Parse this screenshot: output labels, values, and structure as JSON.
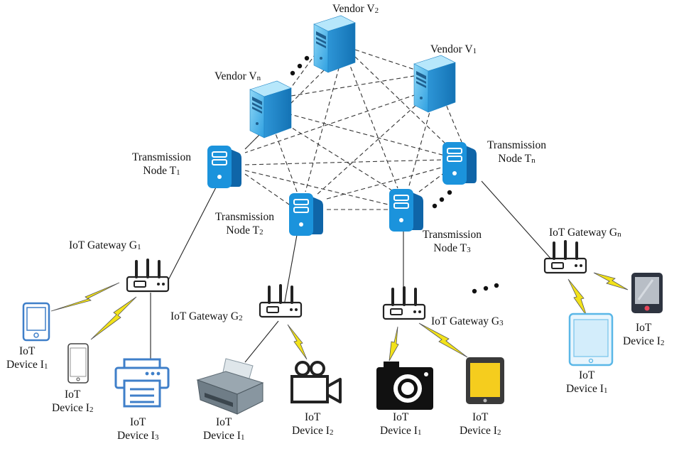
{
  "vendors": [
    {
      "id": "v2",
      "label": "Vendor V",
      "sub": "2"
    },
    {
      "id": "v1",
      "label": "Vendor V",
      "sub": "1"
    },
    {
      "id": "vn",
      "label": "Vendor V",
      "sub": "n"
    }
  ],
  "transmission_nodes": [
    {
      "id": "t1",
      "line1": "Transmission",
      "line2": "Node T",
      "sub": "1"
    },
    {
      "id": "t2",
      "line1": "Transmission",
      "line2": "Node T",
      "sub": "2"
    },
    {
      "id": "t3",
      "line1": "Transmission",
      "line2": "Node T",
      "sub": "3"
    },
    {
      "id": "tn",
      "line1": "Transmission",
      "line2": "Node T",
      "sub": "n"
    }
  ],
  "gateways": [
    {
      "id": "g1",
      "label": "IoT Gateway G",
      "sub": "1"
    },
    {
      "id": "g2",
      "label": "IoT Gateway G",
      "sub": "2"
    },
    {
      "id": "g3",
      "label": "IoT Gateway G",
      "sub": "3"
    },
    {
      "id": "gn",
      "label": "IoT Gateway G",
      "sub": "n"
    }
  ],
  "devices": [
    {
      "id": "g1-i1",
      "line1": "IoT",
      "line2": "Device I",
      "sub": "1",
      "icon": "tablet-icon"
    },
    {
      "id": "g1-i2",
      "line1": "IoT",
      "line2": "Device I",
      "sub": "2",
      "icon": "smartphone-icon"
    },
    {
      "id": "g1-i3",
      "line1": "IoT",
      "line2": "Device I",
      "sub": "3",
      "icon": "printer-icon"
    },
    {
      "id": "g2-i1",
      "line1": "IoT",
      "line2": "Device I",
      "sub": "1",
      "icon": "inkjet-printer-icon"
    },
    {
      "id": "g2-i2",
      "line1": "IoT",
      "line2": "Device I",
      "sub": "2",
      "icon": "video-camera-icon"
    },
    {
      "id": "g3-i1",
      "line1": "IoT",
      "line2": "Device I",
      "sub": "1",
      "icon": "camera-icon"
    },
    {
      "id": "g3-i2",
      "line1": "IoT",
      "line2": "Device I",
      "sub": "2",
      "icon": "tablet-icon"
    },
    {
      "id": "gn-i1",
      "line1": "IoT",
      "line2": "Device I",
      "sub": "1",
      "icon": "tablet-icon"
    },
    {
      "id": "gn-i2",
      "line1": "IoT",
      "line2": "Device I",
      "sub": "2",
      "icon": "smartphone-icon"
    }
  ],
  "colors": {
    "server_blue": "#1b8fd6",
    "server_dark": "#0d5e9a",
    "vendor_light": "#5cc3ef",
    "lightning": "#f2e21a",
    "device_blue": "#3f7fc9",
    "camera_yellow": "#f5cd1e"
  }
}
